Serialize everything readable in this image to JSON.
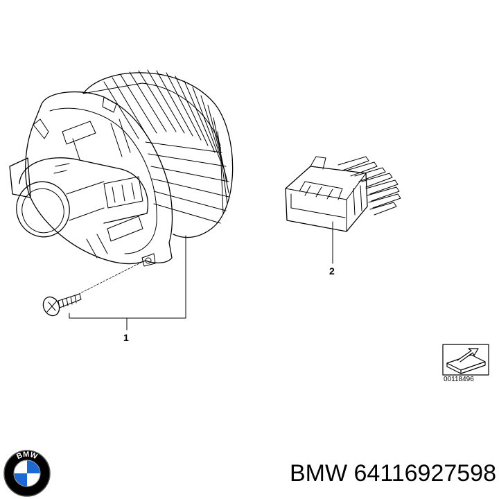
{
  "diagram": {
    "callouts": [
      {
        "number": "1",
        "part": "blower-motor-assembly"
      },
      {
        "number": "2",
        "part": "blower-resistor"
      }
    ],
    "document_id": "00118496",
    "icon": "direction-arrow-icon"
  },
  "footer": {
    "brand": "BMW",
    "part_number": "64116927598",
    "logo_text": "BMW",
    "logo_colors": {
      "ring": "#000000",
      "blue": "#1c69d4",
      "white": "#ffffff"
    }
  }
}
